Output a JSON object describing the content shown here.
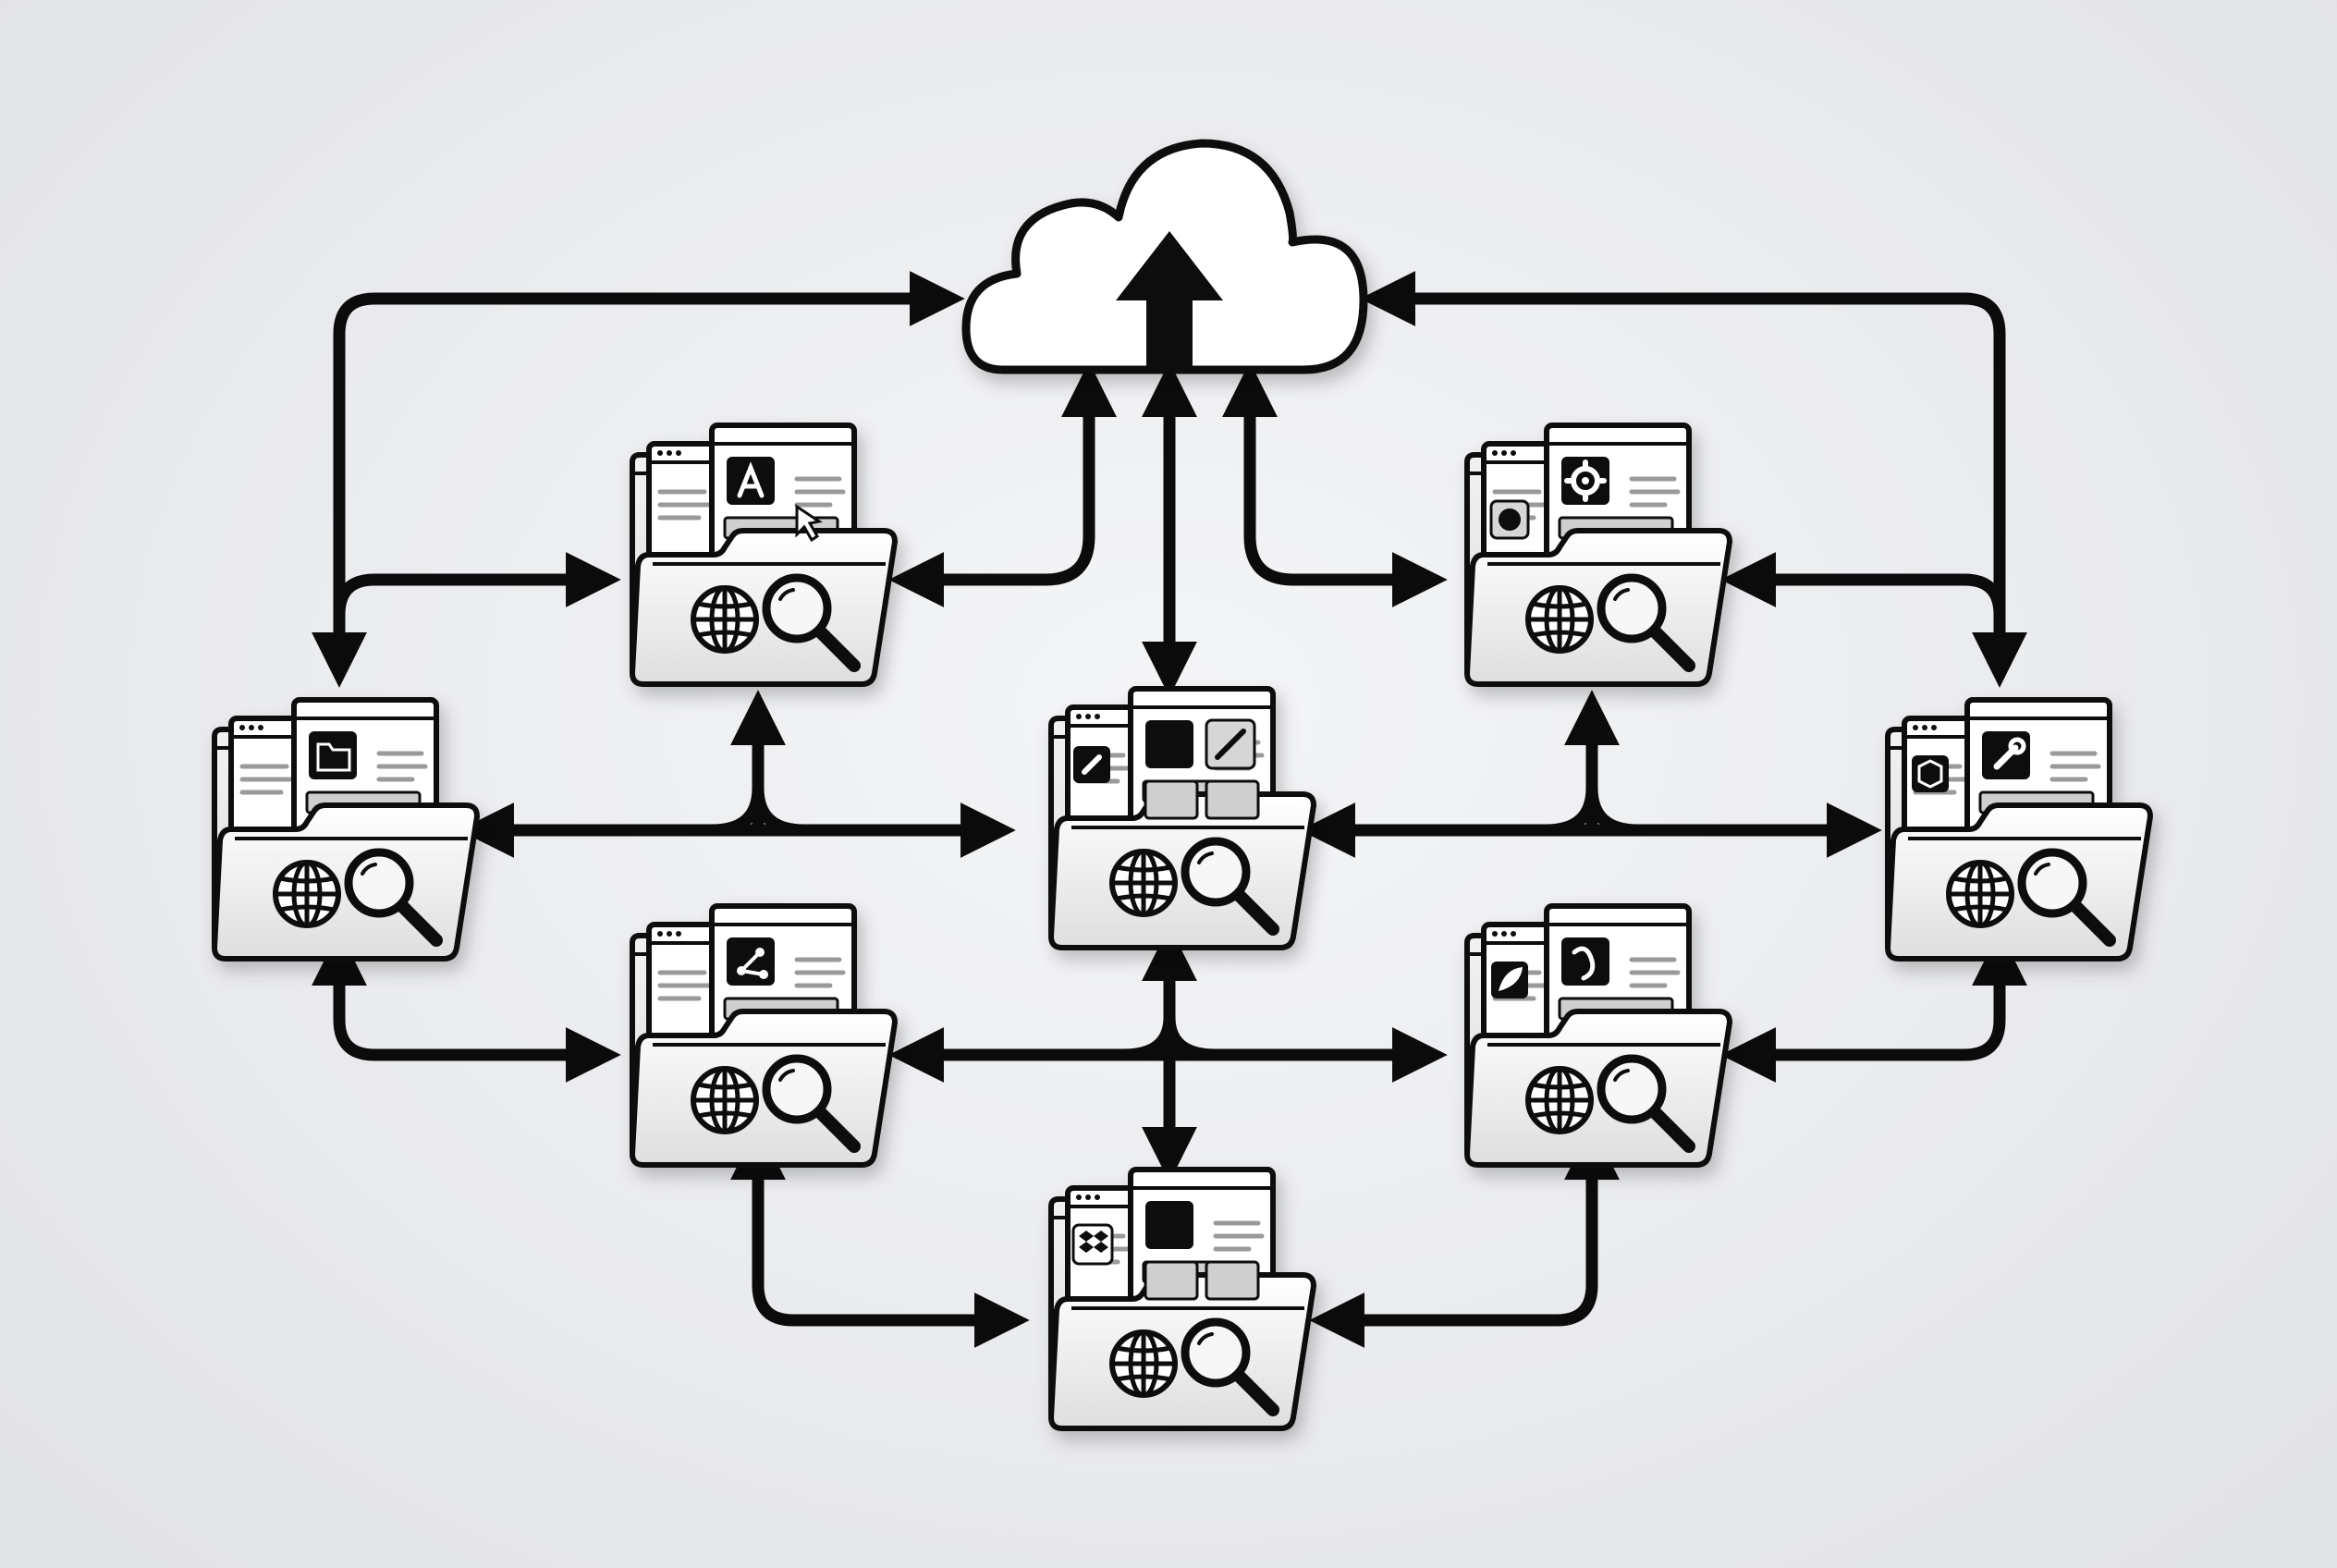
{
  "diagram": {
    "hub": {
      "id": "cloud",
      "icon": "cloud-upload-icon"
    },
    "nodes": [
      {
        "id": "folder-top-left",
        "badge_icon": "app-store-icon"
      },
      {
        "id": "folder-top-right",
        "badge_icon": "gear-icon"
      },
      {
        "id": "folder-mid-left",
        "badge_icon": "folder-icon"
      },
      {
        "id": "folder-center",
        "badge_icon": "link-icon"
      },
      {
        "id": "folder-mid-right",
        "badge_icon": "wrench-icon"
      },
      {
        "id": "folder-lower-left",
        "badge_icon": "share-icon"
      },
      {
        "id": "folder-lower-right",
        "badge_icon": "rocket-icon"
      },
      {
        "id": "folder-bottom",
        "badge_icon": "dropbox-icon"
      }
    ],
    "folder_icons": [
      "globe-icon",
      "magnifier-icon"
    ],
    "edges": [
      {
        "from": "cloud",
        "to": "folder-mid-left",
        "direction": "both"
      },
      {
        "from": "cloud",
        "to": "folder-mid-right",
        "direction": "both"
      },
      {
        "from": "cloud",
        "to": "folder-top-left",
        "direction": "both"
      },
      {
        "from": "cloud",
        "to": "folder-top-right",
        "direction": "both"
      },
      {
        "from": "cloud",
        "to": "folder-center",
        "direction": "both"
      },
      {
        "from": "folder-mid-left",
        "to": "folder-top-left",
        "direction": "forward"
      },
      {
        "from": "folder-mid-right",
        "to": "folder-top-right",
        "direction": "backward"
      },
      {
        "from": "folder-mid-left",
        "to": "folder-center",
        "direction": "both"
      },
      {
        "from": "folder-center",
        "to": "folder-mid-right",
        "direction": "both"
      },
      {
        "from": "folder-mid-left",
        "to": "folder-lower-left",
        "direction": "both"
      },
      {
        "from": "folder-mid-right",
        "to": "folder-lower-right",
        "direction": "both"
      },
      {
        "from": "folder-lower-left",
        "to": "folder-lower-right",
        "direction": "both"
      },
      {
        "from": "folder-center",
        "to": "folder-bottom",
        "direction": "both"
      },
      {
        "from": "folder-lower-left",
        "to": "folder-bottom",
        "direction": "both"
      },
      {
        "from": "folder-lower-right",
        "to": "folder-bottom",
        "direction": "both"
      }
    ]
  }
}
